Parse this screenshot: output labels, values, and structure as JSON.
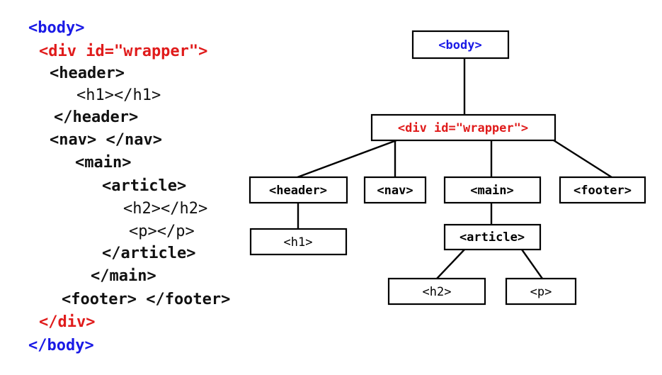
{
  "code": {
    "body_open": "<body>",
    "div_open": "<div id=\"wrapper\">",
    "header_open": "<header>",
    "h1": "<h1></h1>",
    "header_close": "</header>",
    "nav": "<nav> </nav>",
    "main_open": "<main>",
    "article_open": "<article>",
    "h2": "<h2></h2>",
    "p": "<p></p>",
    "article_close": "</article>",
    "main_close": "</main>",
    "footer": "<footer> </footer>",
    "div_close": "</div>",
    "body_close": "</body>"
  },
  "tree": {
    "body": "<body>",
    "wrapper": "<div id=\"wrapper\">",
    "header": "<header>",
    "nav": "<nav>",
    "main": "<main>",
    "footer": "<footer>",
    "h1": "<h1>",
    "article": "<article>",
    "h2": "<h2>",
    "p": "<p>"
  },
  "colors": {
    "body": "#1a1ae6",
    "wrapper": "#e01b1b",
    "default": "#000000"
  }
}
